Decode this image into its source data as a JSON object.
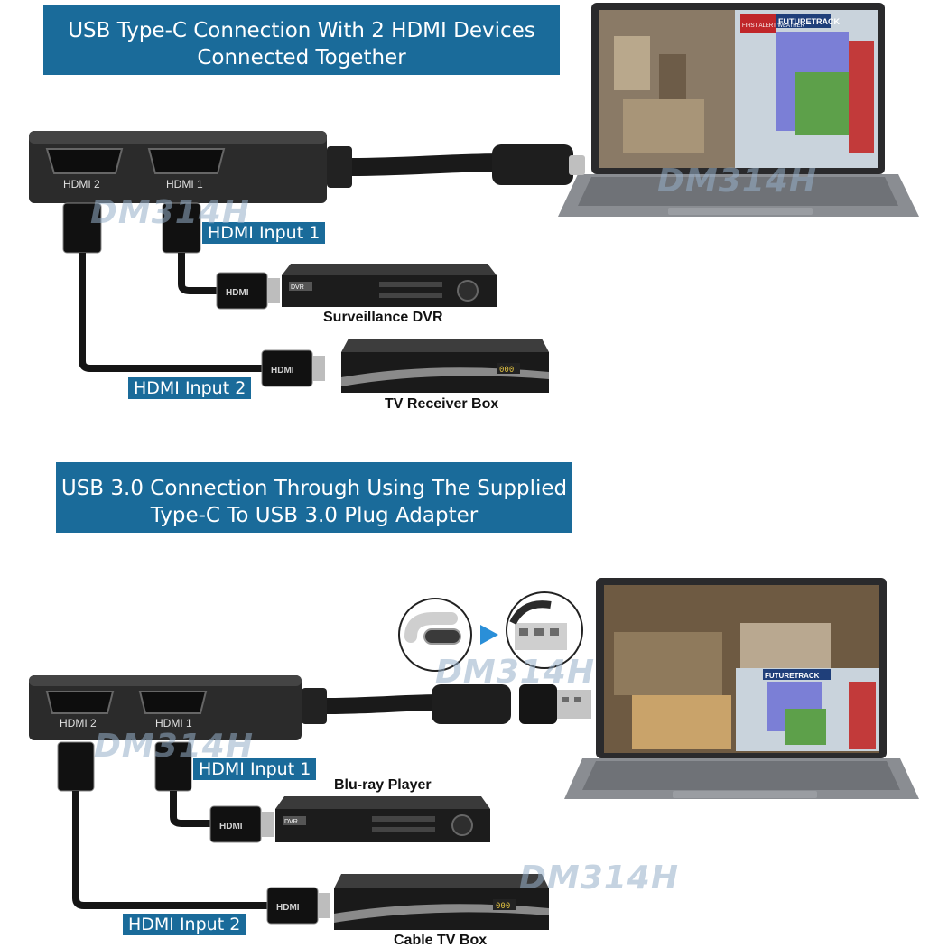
{
  "top": {
    "title_line1": "USB Type-C Connection With 2 HDMI Devices",
    "title_line2": "Connected Together",
    "port_left": "HDMI 2",
    "port_right": "HDMI 1",
    "input1_label": "HDMI Input 1",
    "input2_label": "HDMI Input 2",
    "device1": "Surveillance DVR",
    "device2": "TV Receiver Box",
    "connector_text": "HDMI",
    "dvr_badge": "DVR",
    "receiver_display": "000"
  },
  "bottom": {
    "title_line1": "USB 3.0 Connection Through Using The Supplied",
    "title_line2": "Type-C To USB 3.0 Plug Adapter",
    "port_left": "HDMI 2",
    "port_right": "HDMI 1",
    "input1_label": "HDMI Input 1",
    "input2_label": "HDMI Input 2",
    "device1": "Blu-ray Player",
    "device2": "Cable TV Box",
    "connector_text": "HDMI",
    "dvr_badge": "DVR",
    "receiver_display": "000"
  },
  "watermark_text": "DM314H",
  "screen_overlays": {
    "alert": "FIRST ALERT WEATHER",
    "futuretrack": "FUTURETRACK"
  },
  "colors": {
    "banner": "#1a6b9a",
    "arrow": "#2a8fd8",
    "hub": "#2b2b2b",
    "laptop": "#7a7d82"
  }
}
